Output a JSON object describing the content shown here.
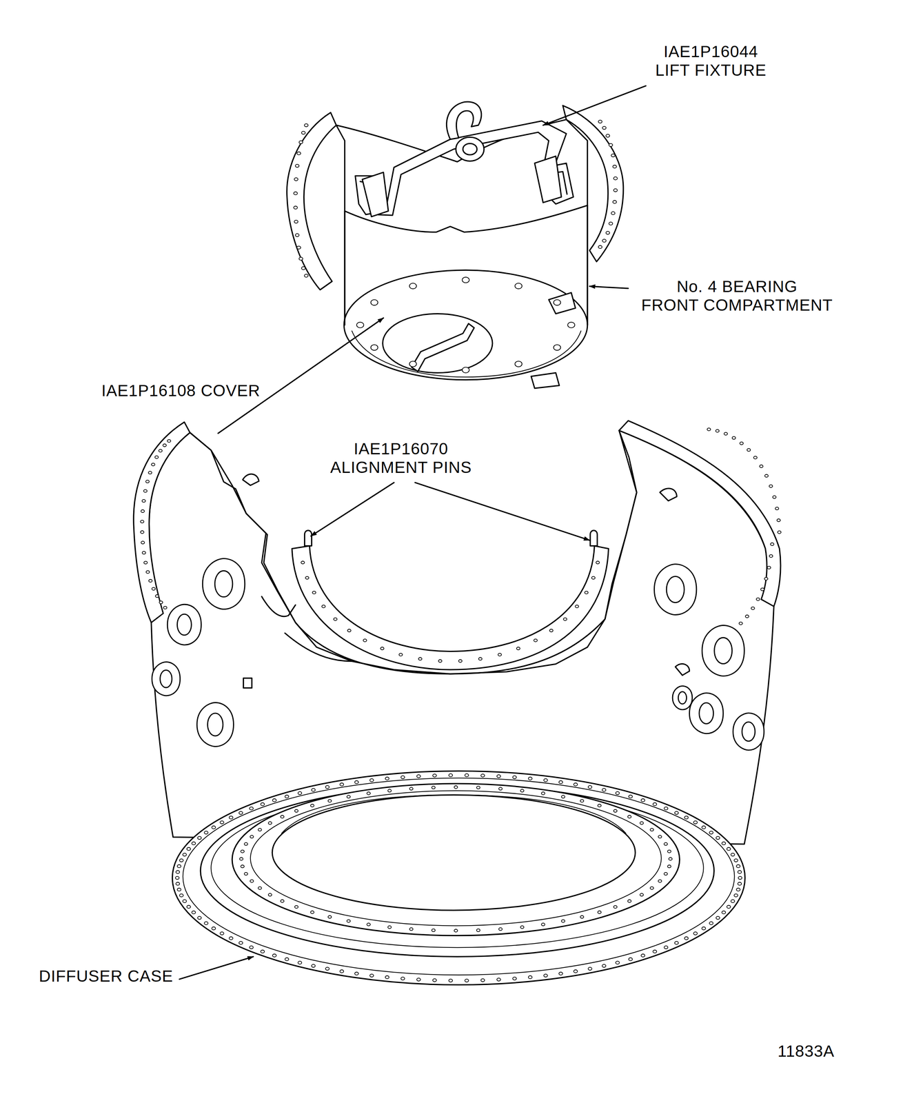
{
  "diagram": {
    "labels": [
      "IAE1P16044 LIFT FIXTURE",
      "No. 4 BEARING FRONT COMPARTMENT",
      "IAE1P16108 COVER",
      "IAE1P16070 ALIGNMENT PINS",
      "DIFFUSER CASE",
      "11833A"
    ]
  }
}
